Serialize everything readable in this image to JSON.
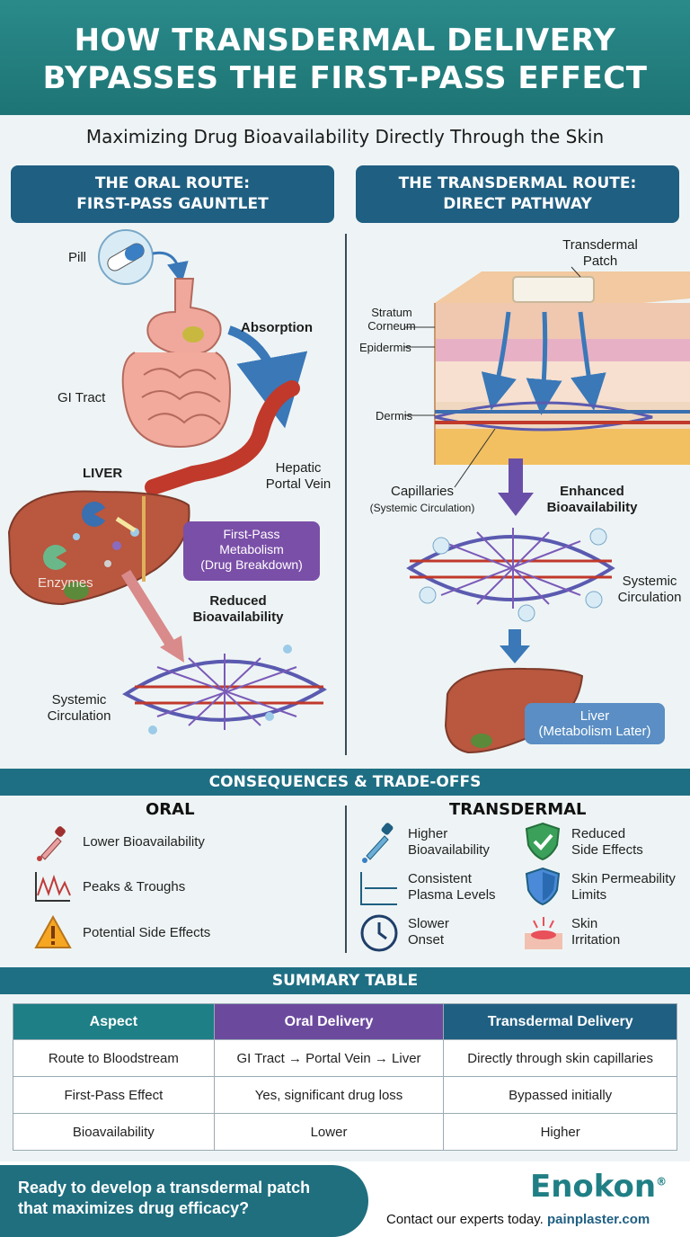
{
  "header": {
    "title_line1": "HOW TRANSDERMAL DELIVERY",
    "title_line2": "BYPASSES THE FIRST-PASS EFFECT"
  },
  "subtitle": "Maximizing Drug Bioavailability Directly Through the Skin",
  "oral": {
    "header_line1": "THE ORAL ROUTE:",
    "header_line2": "FIRST-PASS GAUNTLET",
    "labels": {
      "pill": "Pill",
      "absorption": "Absorption",
      "gi_tract": "GI Tract",
      "liver": "LIVER",
      "hepatic1": "Hepatic",
      "hepatic2": "Portal Vein",
      "enzymes": "Enzymes",
      "reduced1": "Reduced",
      "reduced2": "Bioavailability",
      "systemic1": "Systemic",
      "systemic2": "Circulation"
    },
    "metabolism_box": {
      "line1": "First-Pass",
      "line2": "Metabolism",
      "line3": "(Drug Breakdown)"
    }
  },
  "transdermal": {
    "header_line1": "THE TRANSDERMAL ROUTE:",
    "header_line2": "DIRECT PATHWAY",
    "labels": {
      "patch1": "Transdermal",
      "patch2": "Patch",
      "stratum1": "Stratum",
      "stratum2": "Corneum",
      "epidermis": "Epidermis",
      "dermis": "Dermis",
      "capillaries1": "Capillaries",
      "capillaries2": "(Systemic Circulation)",
      "enhanced1": "Enhanced",
      "enhanced2": "Bioavailability",
      "systemic1": "Systemic",
      "systemic2": "Circulation"
    },
    "liver_box": {
      "line1": "Liver",
      "line2": "(Metabolism Later)"
    }
  },
  "consequences": {
    "title": "CONSEQUENCES & TRADE-OFFS",
    "oral_title": "ORAL",
    "transdermal_title": "TRANSDERMAL",
    "oral_items": [
      "Lower Bioavailability",
      "Peaks & Troughs",
      "Potential Side Effects"
    ],
    "transdermal_items": [
      {
        "l1": "Higher",
        "l2": "Bioavailability"
      },
      {
        "l1": "Reduced",
        "l2": "Side Effects"
      },
      {
        "l1": "Consistent",
        "l2": "Plasma Levels"
      },
      {
        "l1": "Skin Permeability",
        "l2": "Limits"
      },
      {
        "l1": "Slower",
        "l2": "Onset"
      },
      {
        "l1": "Skin",
        "l2": "Irritation"
      }
    ]
  },
  "summary": {
    "title": "SUMMARY TABLE",
    "headers": [
      "Aspect",
      "Oral Delivery",
      "Transdermal Delivery"
    ],
    "header_colors": [
      "#1e7f86",
      "#6b4a9e",
      "#1f5f82"
    ],
    "rows": [
      [
        "Route to Bloodstream",
        "GI Tract → Portal Vein → Liver",
        "Directly through skin capillaries"
      ],
      [
        "First-Pass Effect",
        "Yes, significant drug loss",
        "Bypassed initially"
      ],
      [
        "Bioavailability",
        "Lower",
        "Higher"
      ]
    ]
  },
  "footer": {
    "cta_line1": "Ready to develop a transdermal patch",
    "cta_line2": "that maximizes drug efficacy?",
    "brand": "Enokon",
    "brand_mark": "®",
    "contact": "Contact our experts today.",
    "website": "painplaster.com"
  }
}
